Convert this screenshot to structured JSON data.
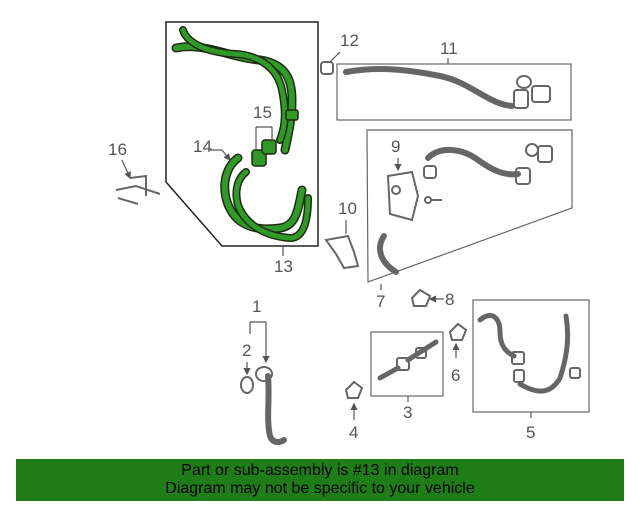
{
  "callouts": {
    "c1": "1",
    "c2": "2",
    "c3": "3",
    "c4": "4",
    "c5": "5",
    "c6": "6",
    "c7": "7",
    "c8": "8",
    "c9": "9",
    "c10": "10",
    "c11": "11",
    "c12": "12",
    "c13": "13",
    "c14": "14",
    "c15": "15",
    "c16": "16"
  },
  "highlight_color": "#1e7d16",
  "banner": {
    "line1": "Part or sub-assembly is #13 in diagram",
    "line2": "Diagram may not be specific to your vehicle"
  }
}
